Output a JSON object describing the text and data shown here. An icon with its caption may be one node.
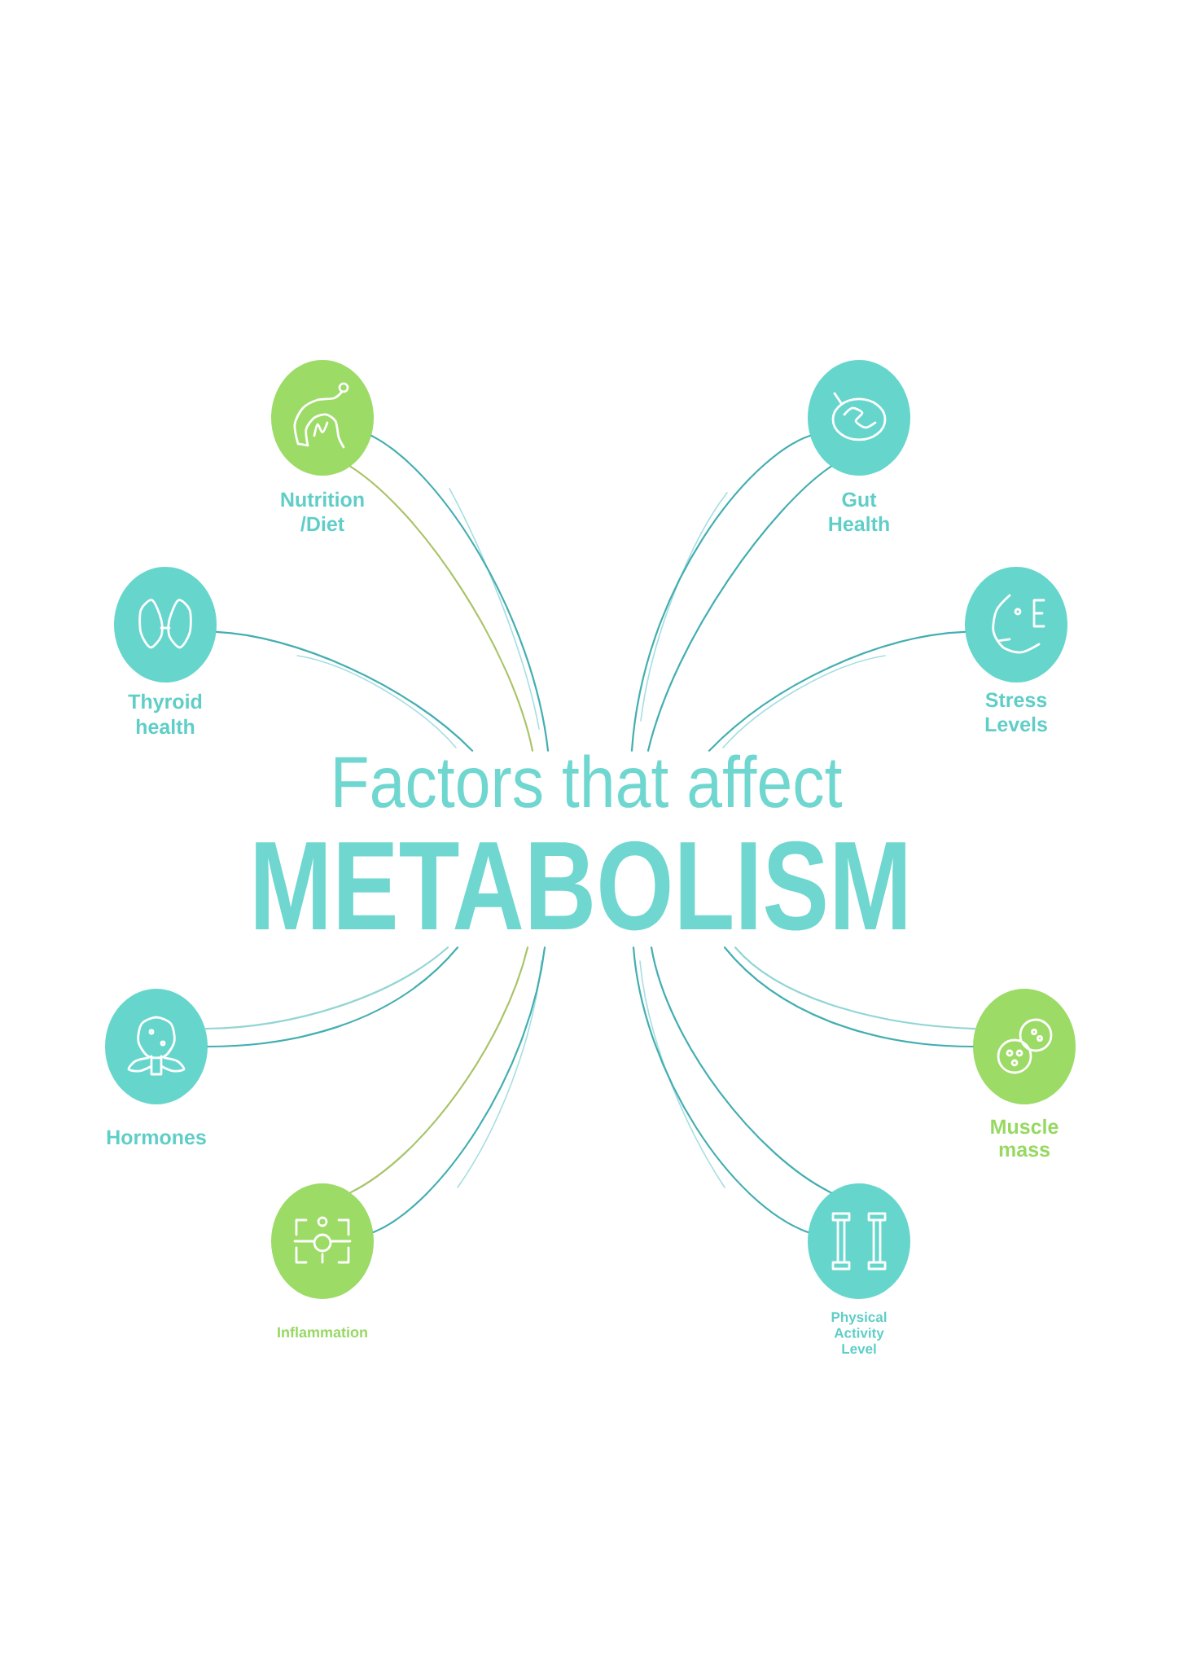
{
  "diagram": {
    "nodes": [
      {
        "text": [
          "Nutrition /Diet"
        ]
      },
      {
        "text": [
          "Gut Health"
        ]
      },
      {
        "text": [
          "Thyroid health"
        ]
      },
      {
        "text": [
          "Stress Levels"
        ]
      },
      {
        "text": [
          "Factors that affect",
          "METABOLISM"
        ]
      },
      {
        "text": [
          "Hormones"
        ]
      },
      {
        "text": [
          "Muscle mass"
        ]
      },
      {
        "text": [
          "Inflammation"
        ]
      },
      {
        "text": [
          "Physical Activity Level"
        ]
      }
    ],
    "edges": [
      {
        "from": 0,
        "to": 4,
        "arrow": "none"
      },
      {
        "from": 0,
        "to": 4,
        "arrow": "none",
        "color": "#a9c46a"
      },
      {
        "from": 2,
        "to": 4,
        "arrow": "none"
      },
      {
        "from": 1,
        "to": 4,
        "arrow": "none"
      },
      {
        "from": 1,
        "to": 4,
        "arrow": "none"
      },
      {
        "from": 3,
        "to": 4,
        "arrow": "none"
      },
      {
        "from": 5,
        "to": 4,
        "arrow": "none"
      },
      {
        "from": 5,
        "to": 4,
        "arrow": "none",
        "color": "#93d5d5"
      },
      {
        "from": 7,
        "to": 4,
        "arrow": "none"
      },
      {
        "from": 7,
        "to": 4,
        "arrow": "none",
        "color": "#a9c46a"
      },
      {
        "from": 6,
        "to": 4,
        "arrow": "none"
      },
      {
        "from": 6,
        "to": 4,
        "arrow": "none",
        "color": "#93d5d5"
      },
      {
        "from": 8,
        "to": 4,
        "arrow": "none"
      },
      {
        "from": 8,
        "to": 4,
        "arrow": "none"
      }
    ]
  }
}
